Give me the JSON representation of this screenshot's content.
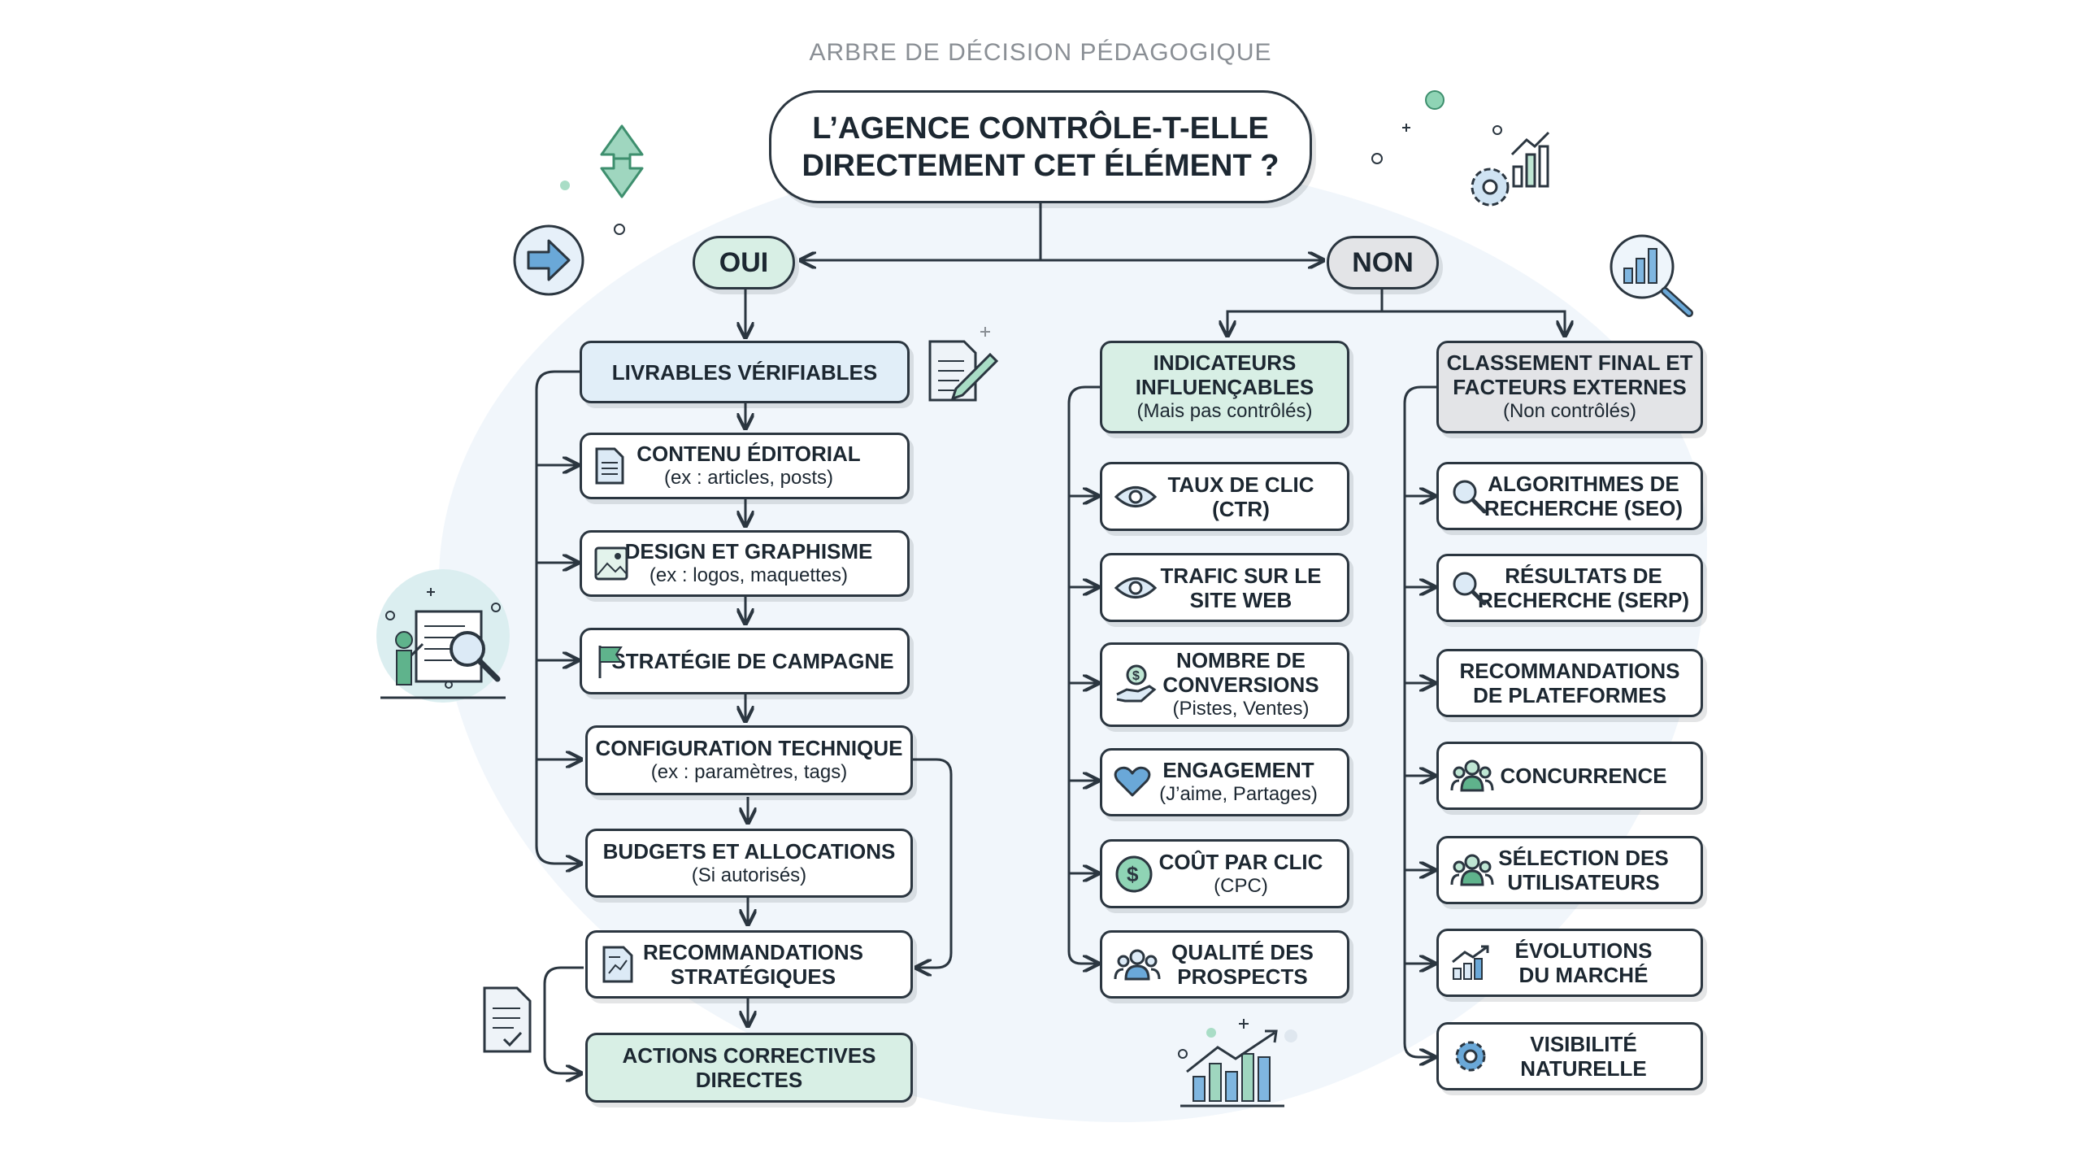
{
  "kicker": "ARBRE DE DÉCISION PÉDAGOGIQUE",
  "root": {
    "line1": "L’AGENCE CONTRÔLE-T-ELLE",
    "line2": "DIRECTEMENT CET ÉLÉMENT ?"
  },
  "oui": "OUI",
  "non": "NON",
  "left": {
    "header": "LIVRABLES VÉRIFIABLES",
    "items": [
      {
        "title": "CONTENU ÉDITORIAL",
        "sub": "(ex : articles, posts)",
        "icon": "document-icon"
      },
      {
        "title": "DESIGN ET GRAPHISME",
        "sub": "(ex : logos, maquettes)",
        "icon": "image-icon"
      },
      {
        "title": "STRATÉGIE DE CAMPAGNE",
        "sub": "",
        "icon": "flag-icon"
      },
      {
        "title": "CONFIGURATION TECHNIQUE",
        "sub": "(ex : paramètres, tags)",
        "icon": ""
      },
      {
        "title": "BUDGETS ET ALLOCATIONS",
        "sub": "(Si autorisés)",
        "icon": ""
      },
      {
        "title1": "RECOMMANDATIONS",
        "title2": "STRATÉGIQUES",
        "icon": "report-icon"
      },
      {
        "title1": "ACTIONS CORRECTIVES",
        "title2": "DIRECTES",
        "icon": ""
      }
    ]
  },
  "middle": {
    "header": {
      "line1": "INDICATEURS",
      "line2": "INFLUENÇABLES",
      "sub": "(Mais pas contrôlés)"
    },
    "items": [
      {
        "line1": "TAUX DE CLIC",
        "line2": "(CTR)",
        "icon": "eye-icon"
      },
      {
        "line1": "TRAFIC SUR LE",
        "line2": "SITE WEB",
        "icon": "eye-icon"
      },
      {
        "line1": "NOMBRE DE",
        "line2": "CONVERSIONS",
        "sub": "(Pistes, Ventes)",
        "icon": "money-hand-icon"
      },
      {
        "line1": "ENGAGEMENT",
        "sub": "(J’aime, Partages)",
        "icon": "heart-icon"
      },
      {
        "line1": "COÛT PAR CLIC",
        "sub": "(CPC)",
        "icon": "dollar-icon"
      },
      {
        "line1": "QUALITÉ DES",
        "line2": "PROSPECTS",
        "icon": "people-icon"
      }
    ]
  },
  "right": {
    "header": {
      "line1": "CLASSEMENT FINAL ET",
      "line2": "FACTEURS EXTERNES",
      "sub": "(Non contrôlés)"
    },
    "items": [
      {
        "line1": "ALGORITHMES DE",
        "line2": "RECHERCHE (SEO)",
        "icon": "search-icon"
      },
      {
        "line1": "RÉSULTATS DE",
        "line2": "RECHERCHE (SERP)",
        "icon": "search-icon"
      },
      {
        "line1": "RECOMMANDATIONS",
        "line2": "DE PLATEFORMES",
        "icon": ""
      },
      {
        "line1": "CONCURRENCE",
        "icon": "people-icon"
      },
      {
        "line1": "SÉLECTION DES",
        "line2": "UTILISATEURS",
        "icon": "people-icon"
      },
      {
        "line1": "ÉVOLUTIONS",
        "line2": "DU MARCHÉ",
        "icon": "trend-icon"
      },
      {
        "line1": "VISIBILITÉ",
        "line2": "NATURELLE",
        "icon": "gear-icon"
      }
    ]
  },
  "colors": {
    "green": "#d8efe5",
    "blue": "#e1eef8",
    "gray": "#e3e4e7",
    "stroke": "#2b3640",
    "accent": "#3f8fb8",
    "accent_green": "#5fb38c"
  }
}
